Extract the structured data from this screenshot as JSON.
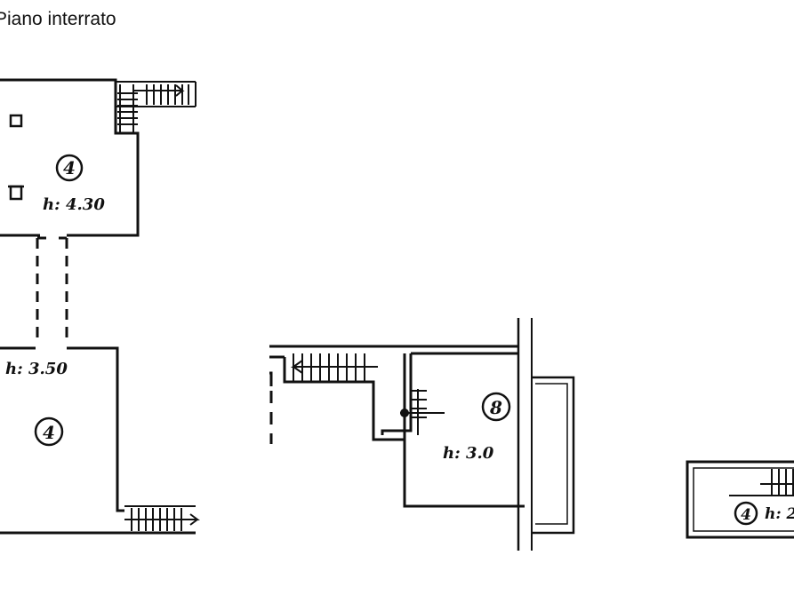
{
  "page": {
    "title": "Piano interrato"
  },
  "rooms": [
    {
      "number": "4",
      "height_label": "h: 4.30"
    },
    {
      "number": "4",
      "height_label": "h: 3.50"
    },
    {
      "number": "8",
      "height_label": "h: 3.0"
    },
    {
      "number": "4",
      "height_label": "h: 2"
    }
  ],
  "colors": {
    "ink": "#111111",
    "paper": "#ffffff"
  }
}
